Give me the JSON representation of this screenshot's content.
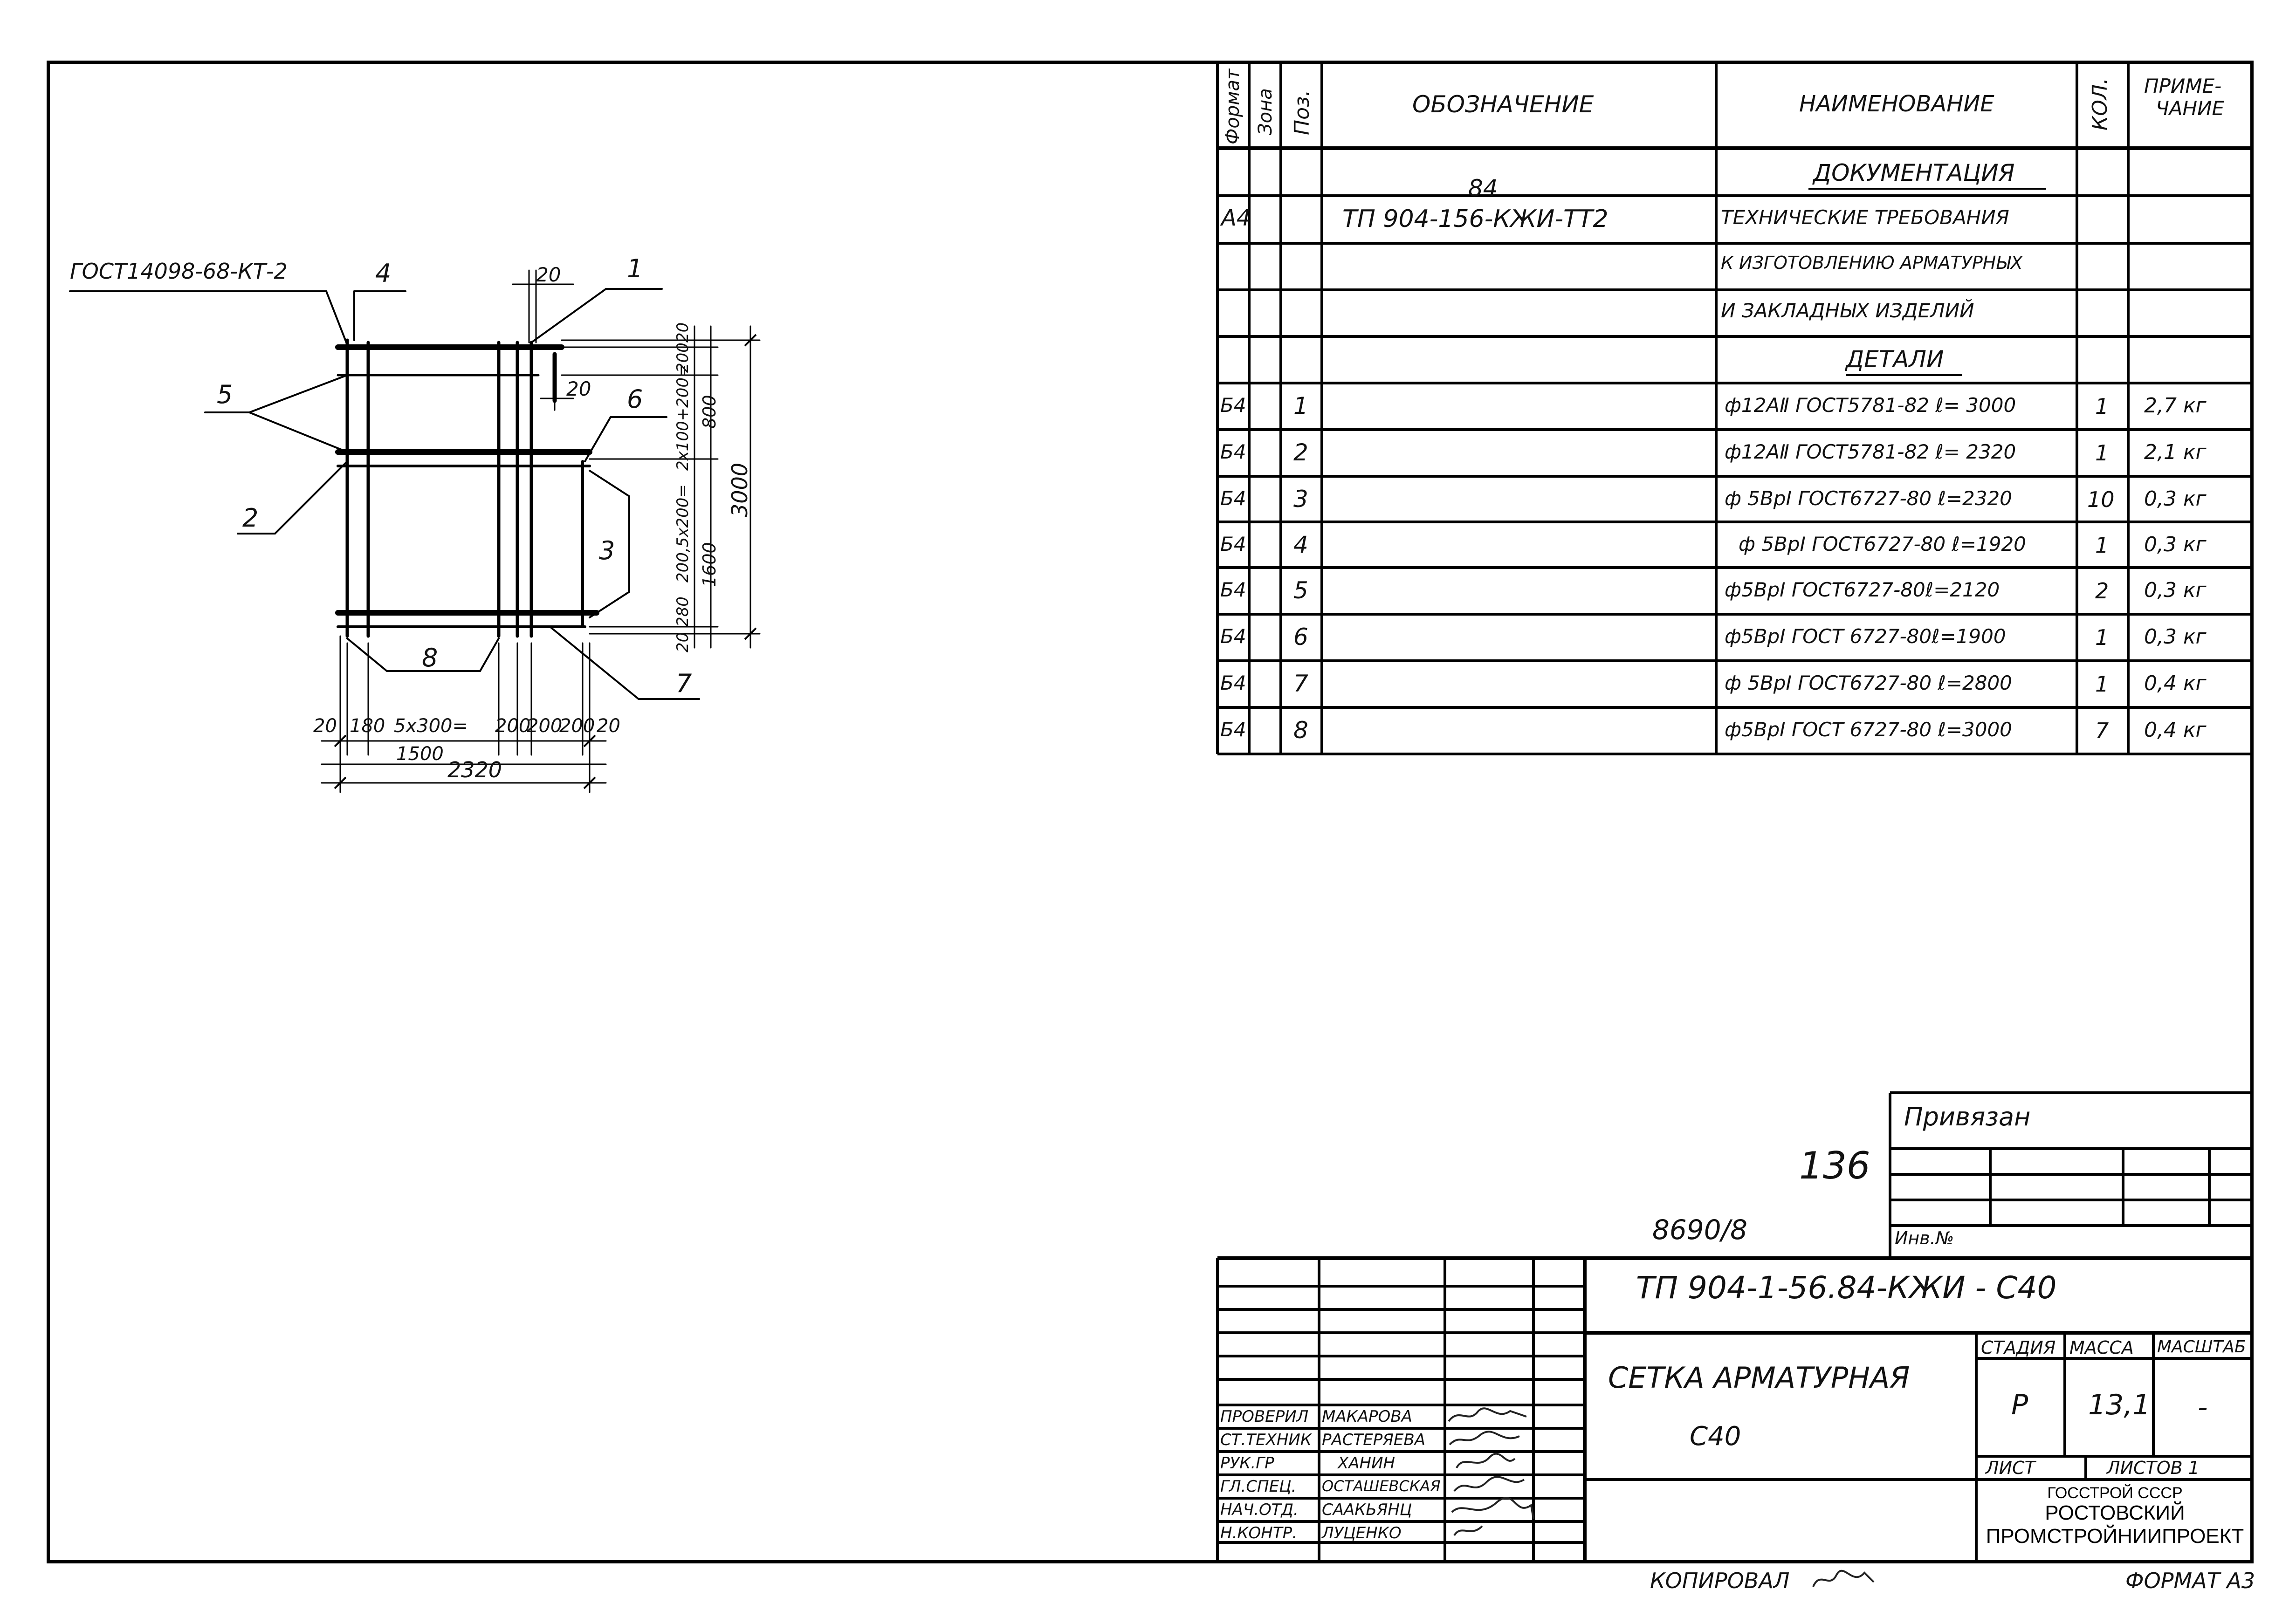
{
  "spec": {
    "headers": {
      "format": "Формат",
      "zone": "Зона",
      "pos": "Поз.",
      "designation": "Обозначение",
      "name": "Наименование",
      "qty": "Кол.",
      "note_line1": "Приме-",
      "note_line2": "чание"
    },
    "section_docs": "Документация",
    "doc_format": "А4",
    "doc_designation": "ТП 904-156-КЖИ-ТТ2",
    "doc_designation_correction": "84",
    "doc_name_lines": [
      "Технические требования",
      "к изготовлению арматурных",
      "и закладных изделий"
    ],
    "section_parts": "Детали",
    "rows": [
      {
        "format": "Б4",
        "pos": "1",
        "name": "ф12АⅡ ГОСТ5781-82 ℓ= 3000",
        "qty": "1",
        "note": "2,7 кг"
      },
      {
        "format": "Б4",
        "pos": "2",
        "name": "ф12АⅡ ГОСТ5781-82 ℓ= 2320",
        "qty": "1",
        "note": "2,1 кг"
      },
      {
        "format": "Б4",
        "pos": "3",
        "name": "ф 5ВрⅠ ГОСТ6727-80 ℓ=2320",
        "qty": "10",
        "note": "0,3 кг"
      },
      {
        "format": "Б4",
        "pos": "4",
        "name": "ф 5ВрⅠ ГОСТ6727-80 ℓ=1920",
        "qty": "1",
        "note": "0,3 кг"
      },
      {
        "format": "Б4",
        "pos": "5",
        "name": "ф5ВрⅠ ГОСТ6727-80ℓ=2120",
        "qty": "2",
        "note": "0,3 кг"
      },
      {
        "format": "Б4",
        "pos": "6",
        "name": "ф5ВрⅠ ГОСТ 6727-80ℓ=1900",
        "qty": "1",
        "note": "0,3 кг"
      },
      {
        "format": "Б4",
        "pos": "7",
        "name": "ф 5ВрⅠ ГОСТ6727-80 ℓ=2800",
        "qty": "1",
        "note": "0,4 кг"
      },
      {
        "format": "Б4",
        "pos": "8",
        "name": "ф5ВрⅠ ГОСТ 6727-80 ℓ=3000",
        "qty": "7",
        "note": "0,4 кг"
      }
    ]
  },
  "drawing": {
    "gost_label": "ГОСТ14098-68-КТ-2",
    "callouts": [
      "1",
      "2",
      "3",
      "4",
      "5",
      "6",
      "7",
      "8"
    ],
    "dim_top_20": "20",
    "dim_mid_20": "20",
    "right_dims": {
      "top": "20",
      "top2": "200",
      "upper_chain": "2х100+200=",
      "upper_total": "800",
      "lower_chain": "200,5х200=",
      "lower_total": "1600",
      "bottom": "20",
      "bottom2": "280",
      "overall": "3000"
    },
    "bottom_dims": {
      "chain": [
        "20",
        "180",
        "5х300=",
        "200",
        "200",
        "200",
        "20"
      ],
      "sub": "1500",
      "overall": "2320"
    }
  },
  "stamps": {
    "privyazan": "Привязан",
    "inv_no": "Инв.№",
    "sheet_number": "136",
    "archive_number": "8690/8",
    "doc_code": "ТП 904-1-56.84-КЖИ - С40",
    "title_line1": "Сетка арматурная",
    "title_line2": "С40",
    "stage_label": "Стадия",
    "mass_label": "Масса",
    "scale_label": "Масштаб",
    "stage": "Р",
    "mass": "13,1",
    "scale": "-",
    "sheet_label": "Лист",
    "sheets_label": "Листов 1",
    "org_line1": "ГОССТРОЙ СССР",
    "org_line2": "РОСТОВСКИЙ",
    "org_line3": "ПРОМСТРОЙНИИПРОЕКТ",
    "people": [
      {
        "role": "Проверил",
        "name": "Макарова"
      },
      {
        "role": "Ст.техник",
        "name": "Растеряева"
      },
      {
        "role": "Рук.гр",
        "name": "Ханин"
      },
      {
        "role": "Гл.спец.",
        "name": "Осташевская"
      },
      {
        "role": "Нач.отд.",
        "name": "Саакьянц"
      },
      {
        "role": "Н.контр.",
        "name": "Луценко"
      }
    ],
    "copied": "Копировал",
    "format": "Формат А3"
  }
}
